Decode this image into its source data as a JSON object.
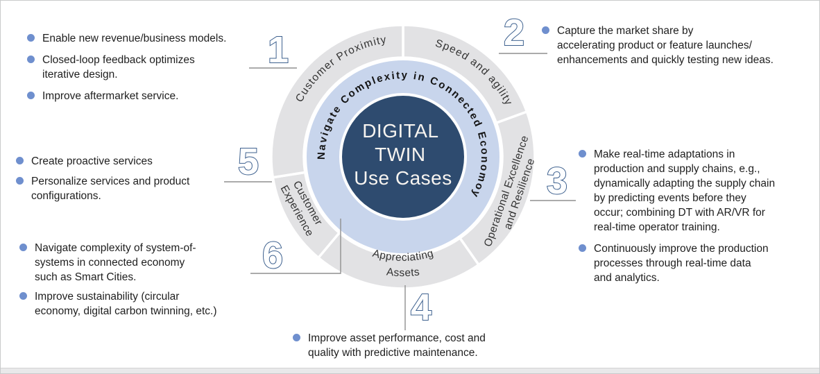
{
  "colors": {
    "outer_ring": "#e2e2e4",
    "inner_ring": "#c8d5ec",
    "center_circle": "#2e4b6f",
    "number_outline": "#3d608e",
    "bullet_dot": "#6f8fce",
    "connector_line": "#8f8f8f"
  },
  "diagram": {
    "center": {
      "lines": [
        "DIGITAL",
        "TWIN",
        "Use Cases"
      ]
    },
    "inner_ring_text": "Navigate Complexity in Connected Economoy",
    "segments": {
      "customer_proximity": {
        "label": "Customer Proximity"
      },
      "speed_agility": {
        "label": "Speed and agility"
      },
      "operational_excellence": {
        "lines": [
          "Operational Excellence",
          "and Resilience"
        ]
      },
      "appreciating_assets": {
        "lines": [
          "Appreciating",
          "Assets"
        ]
      },
      "customer_experience": {
        "lines": [
          "Customer",
          "Experience"
        ]
      }
    }
  },
  "callouts": {
    "c1": {
      "number": "1",
      "bullets": [
        "Enable new revenue/business models.",
        "Closed-loop feedback optimizes\niterative design.",
        "Improve aftermarket service."
      ]
    },
    "c2": {
      "number": "2",
      "bullets": [
        "Capture the market share by\naccelerating product or feature launches/\nenhancements and quickly testing new ideas."
      ]
    },
    "c3": {
      "number": "3",
      "bullets": [
        "Make real-time adaptations in\nproduction and supply chains, e.g.,\ndynamically adapting the supply chain\nby predicting events before they\noccur; combining DT with AR/VR for\nreal-time operator training.",
        "Continuously improve the production\nprocesses through real-time data\nand analytics."
      ]
    },
    "c4": {
      "number": "4",
      "bullets": [
        "Improve asset performance, cost and\nquality with predictive maintenance."
      ]
    },
    "c5": {
      "number": "5",
      "bullets": [
        "Create proactive services",
        "Personalize services and product\nconfigurations."
      ]
    },
    "c6": {
      "number": "6",
      "bullets": [
        "Navigate complexity of system-of-\nsystems in connected economy\nsuch as Smart Cities.",
        "Improve sustainability (circular\neconomy, digital carbon twinning, etc.)"
      ]
    }
  }
}
